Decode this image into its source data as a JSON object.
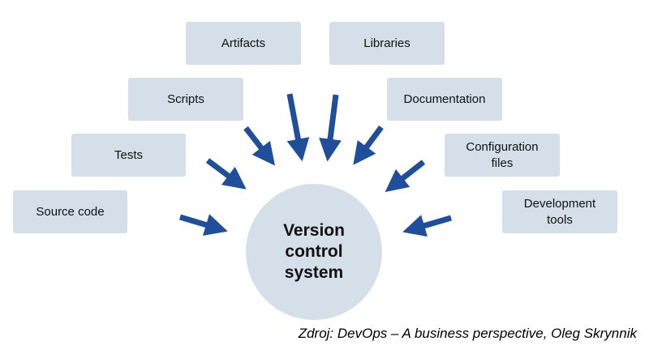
{
  "diagram": {
    "center": {
      "label": "Version\ncontrol\nsystem"
    },
    "nodes": [
      {
        "id": "source-code",
        "label": "Source code"
      },
      {
        "id": "tests",
        "label": "Tests"
      },
      {
        "id": "scripts",
        "label": "Scripts"
      },
      {
        "id": "artifacts",
        "label": "Artifacts"
      },
      {
        "id": "libraries",
        "label": "Libraries"
      },
      {
        "id": "documentation",
        "label": "Documentation"
      },
      {
        "id": "configuration-files",
        "label": "Configuration\nfiles"
      },
      {
        "id": "development-tools",
        "label": "Development\ntools"
      }
    ],
    "edges": [
      {
        "from": "source-code",
        "to": "center"
      },
      {
        "from": "tests",
        "to": "center"
      },
      {
        "from": "scripts",
        "to": "center"
      },
      {
        "from": "artifacts",
        "to": "center"
      },
      {
        "from": "libraries",
        "to": "center"
      },
      {
        "from": "documentation",
        "to": "center"
      },
      {
        "from": "configuration-files",
        "to": "center"
      },
      {
        "from": "development-tools",
        "to": "center"
      }
    ],
    "colors": {
      "box_fill": "#d4dfe9",
      "arrow": "#1f4f9a",
      "text": "#111111"
    }
  },
  "caption": "Zdroj: DevOps – A business perspective, Oleg Skrynnik"
}
